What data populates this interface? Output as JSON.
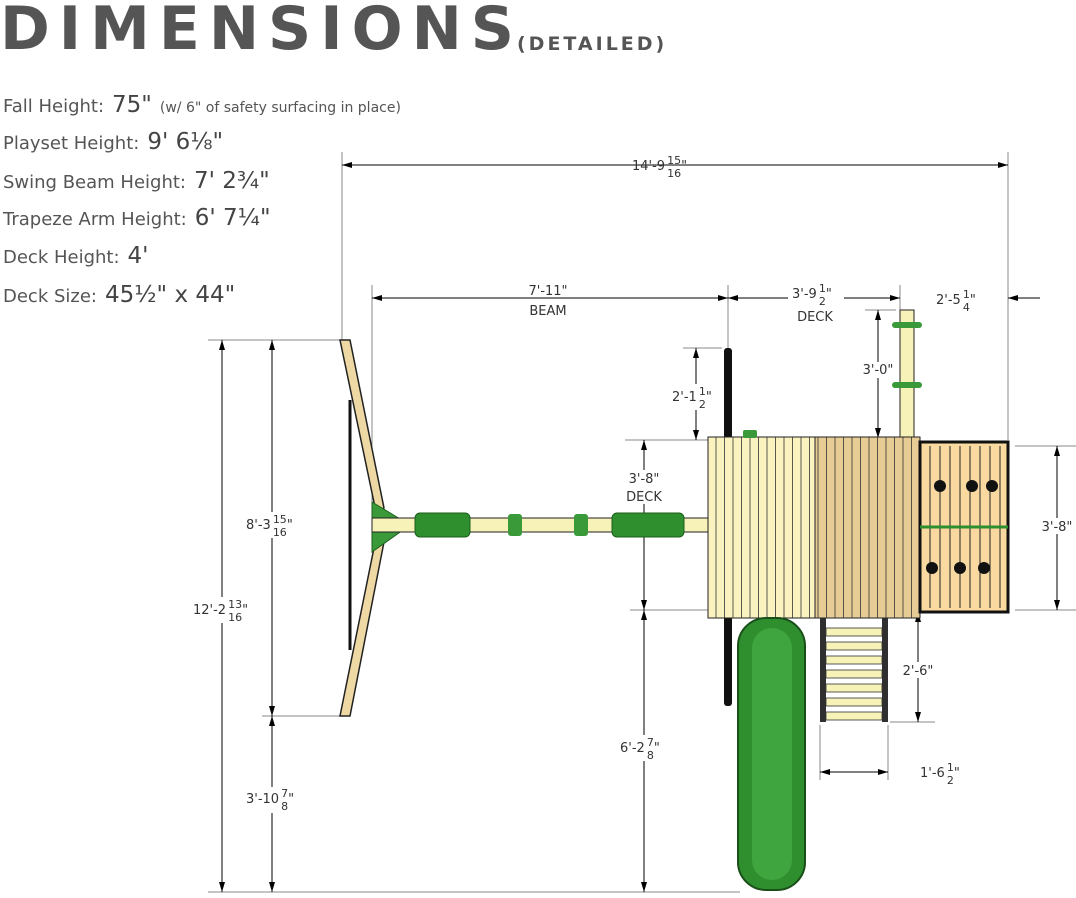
{
  "header": {
    "title": "DIMENSIONS",
    "subtitle": "(DETAILED)"
  },
  "specs": [
    {
      "label": "Fall Height:",
      "value": "75\"",
      "note": "(w/ 6\" of safety surfacing in place)"
    },
    {
      "label": "Playset Height:",
      "value": "9' 6⅛\""
    },
    {
      "label": "Swing Beam Height:",
      "value": "7' 2¾\""
    },
    {
      "label": "Trapeze Arm Height:",
      "value": "6' 7¼\""
    },
    {
      "label": "Deck Height:",
      "value": "4'"
    },
    {
      "label": "Deck Size:",
      "value": "45½\" x 44\""
    }
  ],
  "dimensions": {
    "overall_width": {
      "main": "14'-9",
      "num": "15",
      "den": "16",
      "suffix": "\""
    },
    "beam": {
      "main": "7'-11\"",
      "caption": "BEAM"
    },
    "deck_width": {
      "main": "3'-9",
      "num": "1",
      "den": "2",
      "suffix": "\"",
      "caption": "DECK"
    },
    "wall_offset": {
      "main": "2'-5",
      "num": "1",
      "den": "4",
      "suffix": "\""
    },
    "overall_depth": {
      "main": "12'-2",
      "num": "13",
      "den": "16",
      "suffix": "\""
    },
    "aframe_depth": {
      "main": "8'-3",
      "num": "15",
      "den": "16",
      "suffix": "\""
    },
    "aframe_clearance": {
      "main": "3'-10",
      "num": "7",
      "den": "8",
      "suffix": "\""
    },
    "post_extension": {
      "main": "2'-1",
      "num": "1",
      "den": "2",
      "suffix": "\""
    },
    "tower_post": {
      "main": "3'-0\""
    },
    "deck_depth": {
      "main": "3'-8\"",
      "caption": "DECK"
    },
    "slide_length": {
      "main": "6'-2",
      "num": "7",
      "den": "8",
      "suffix": "\""
    },
    "wall_depth": {
      "main": "3'-8\""
    },
    "ladder_length": {
      "main": "2'-6\""
    },
    "ladder_width": {
      "main": "1'-6",
      "num": "1",
      "den": "2",
      "suffix": "\""
    }
  }
}
